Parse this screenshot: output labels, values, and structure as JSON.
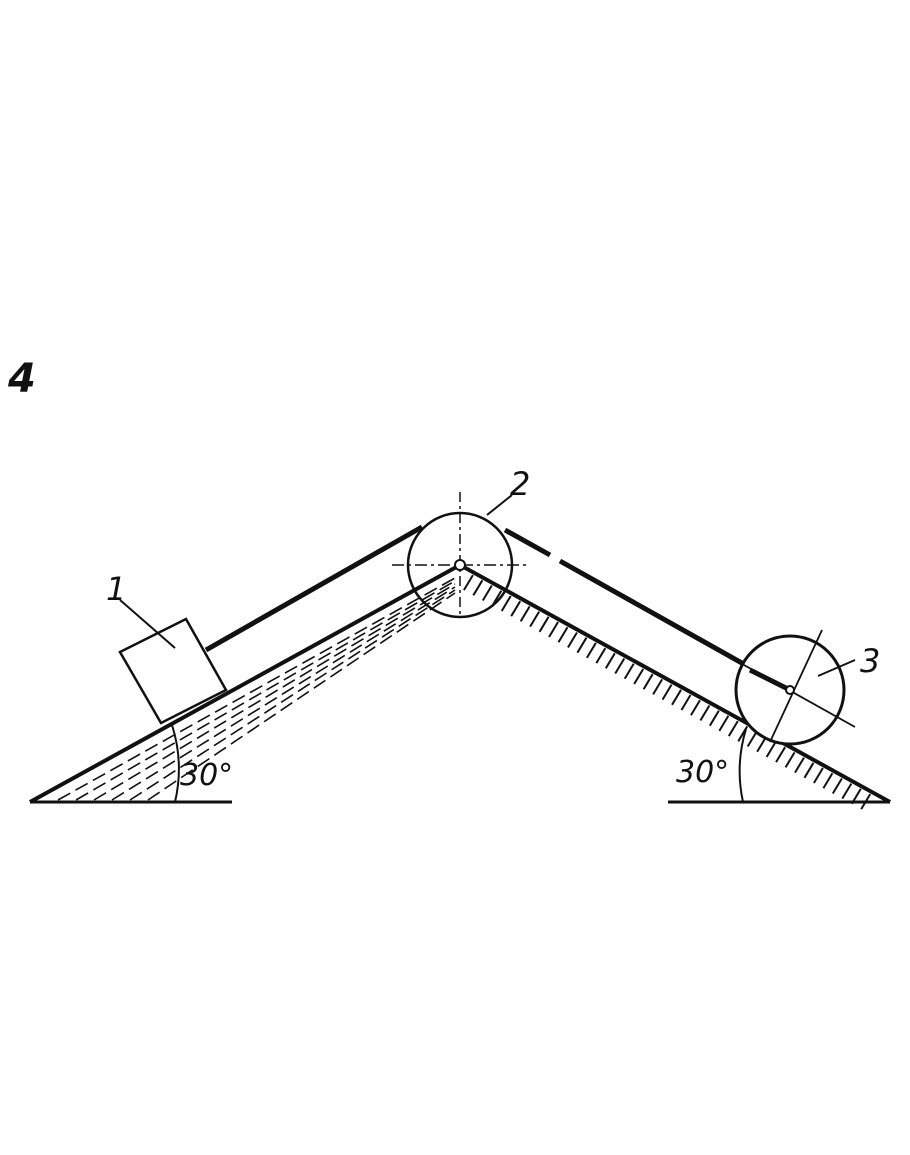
{
  "figure_number": "4",
  "labels": {
    "body1": "1",
    "pulley2": "2",
    "wheel3": "3"
  },
  "angles": {
    "left": "30°",
    "right": "30°"
  },
  "colors": {
    "ink": "#111111",
    "background": "#ffffff"
  }
}
